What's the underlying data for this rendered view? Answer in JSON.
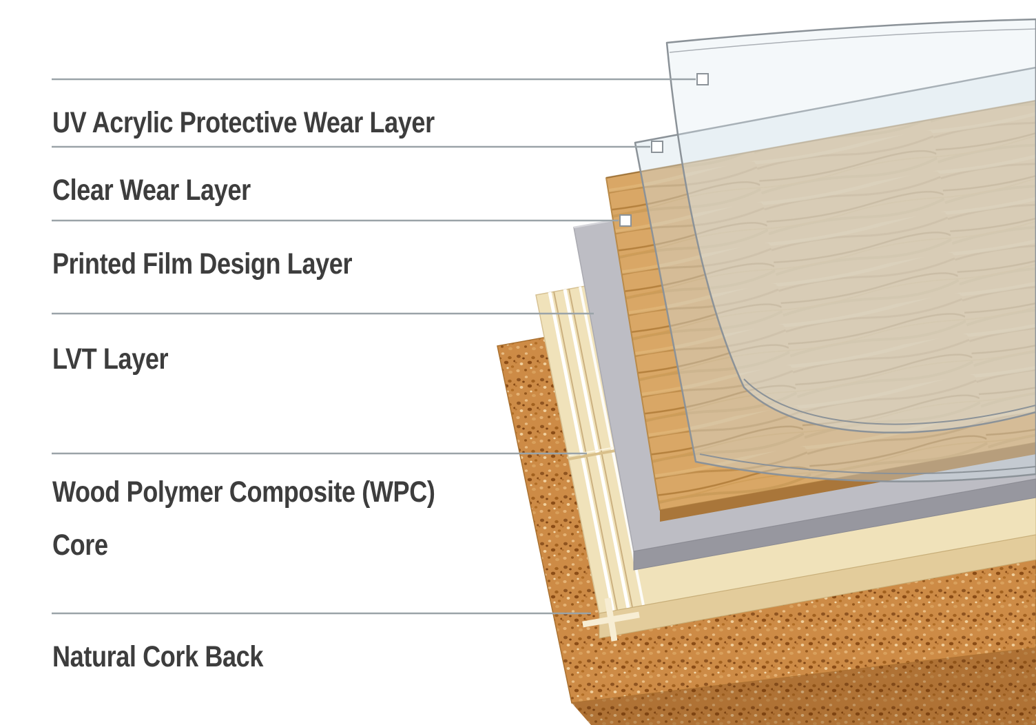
{
  "diagram": {
    "labels": [
      "UV Acrylic Protective Wear Layer",
      "Clear Wear Layer",
      "Printed Film Design Layer",
      "LVT Layer",
      "Wood Polymer Composite (WPC) Core",
      "Natural Cork Back"
    ],
    "colors": {
      "label_text": "#3d3d3d",
      "leader_line": "#9aa3a8",
      "cork": "#cd8b46",
      "wpc_core": "#f0e2ba",
      "lvt": "#bdbdc4",
      "printed_film_wood": "#d9a766",
      "clear_layer": "#dfe8ec",
      "background": "#ffffff"
    }
  }
}
